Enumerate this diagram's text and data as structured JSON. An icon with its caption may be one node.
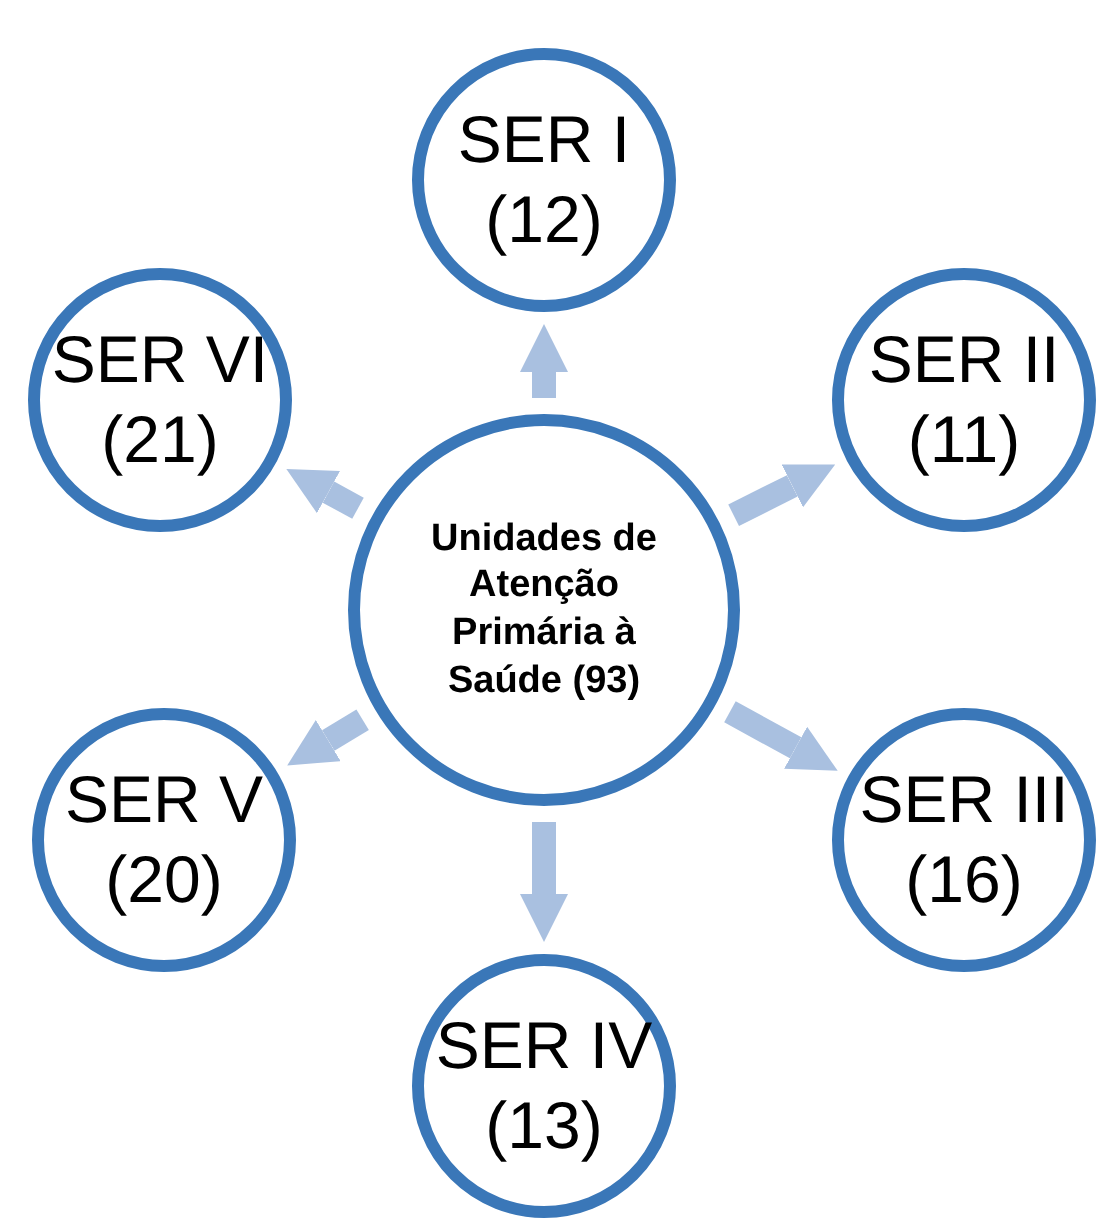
{
  "diagram": {
    "nodes": [
      {
        "text": [
          "Unidades de Atenção Primária à Saúde (93)"
        ]
      },
      {
        "text": [
          "SER I (12)"
        ]
      },
      {
        "text": [
          "SER II (11)"
        ]
      },
      {
        "text": [
          "SER III (16)"
        ]
      },
      {
        "text": [
          "SER IV (13)"
        ]
      },
      {
        "text": [
          "SER V (20)"
        ]
      },
      {
        "text": [
          "SER VI (21)"
        ]
      }
    ],
    "edges": [
      {
        "from": 0,
        "to": 1,
        "arrow": "to"
      },
      {
        "from": 0,
        "to": 2,
        "arrow": "to"
      },
      {
        "from": 0,
        "to": 3,
        "arrow": "to"
      },
      {
        "from": 0,
        "to": 4,
        "arrow": "to"
      },
      {
        "from": 0,
        "to": 5,
        "arrow": "to"
      },
      {
        "from": 0,
        "to": 6,
        "arrow": "to"
      }
    ]
  }
}
